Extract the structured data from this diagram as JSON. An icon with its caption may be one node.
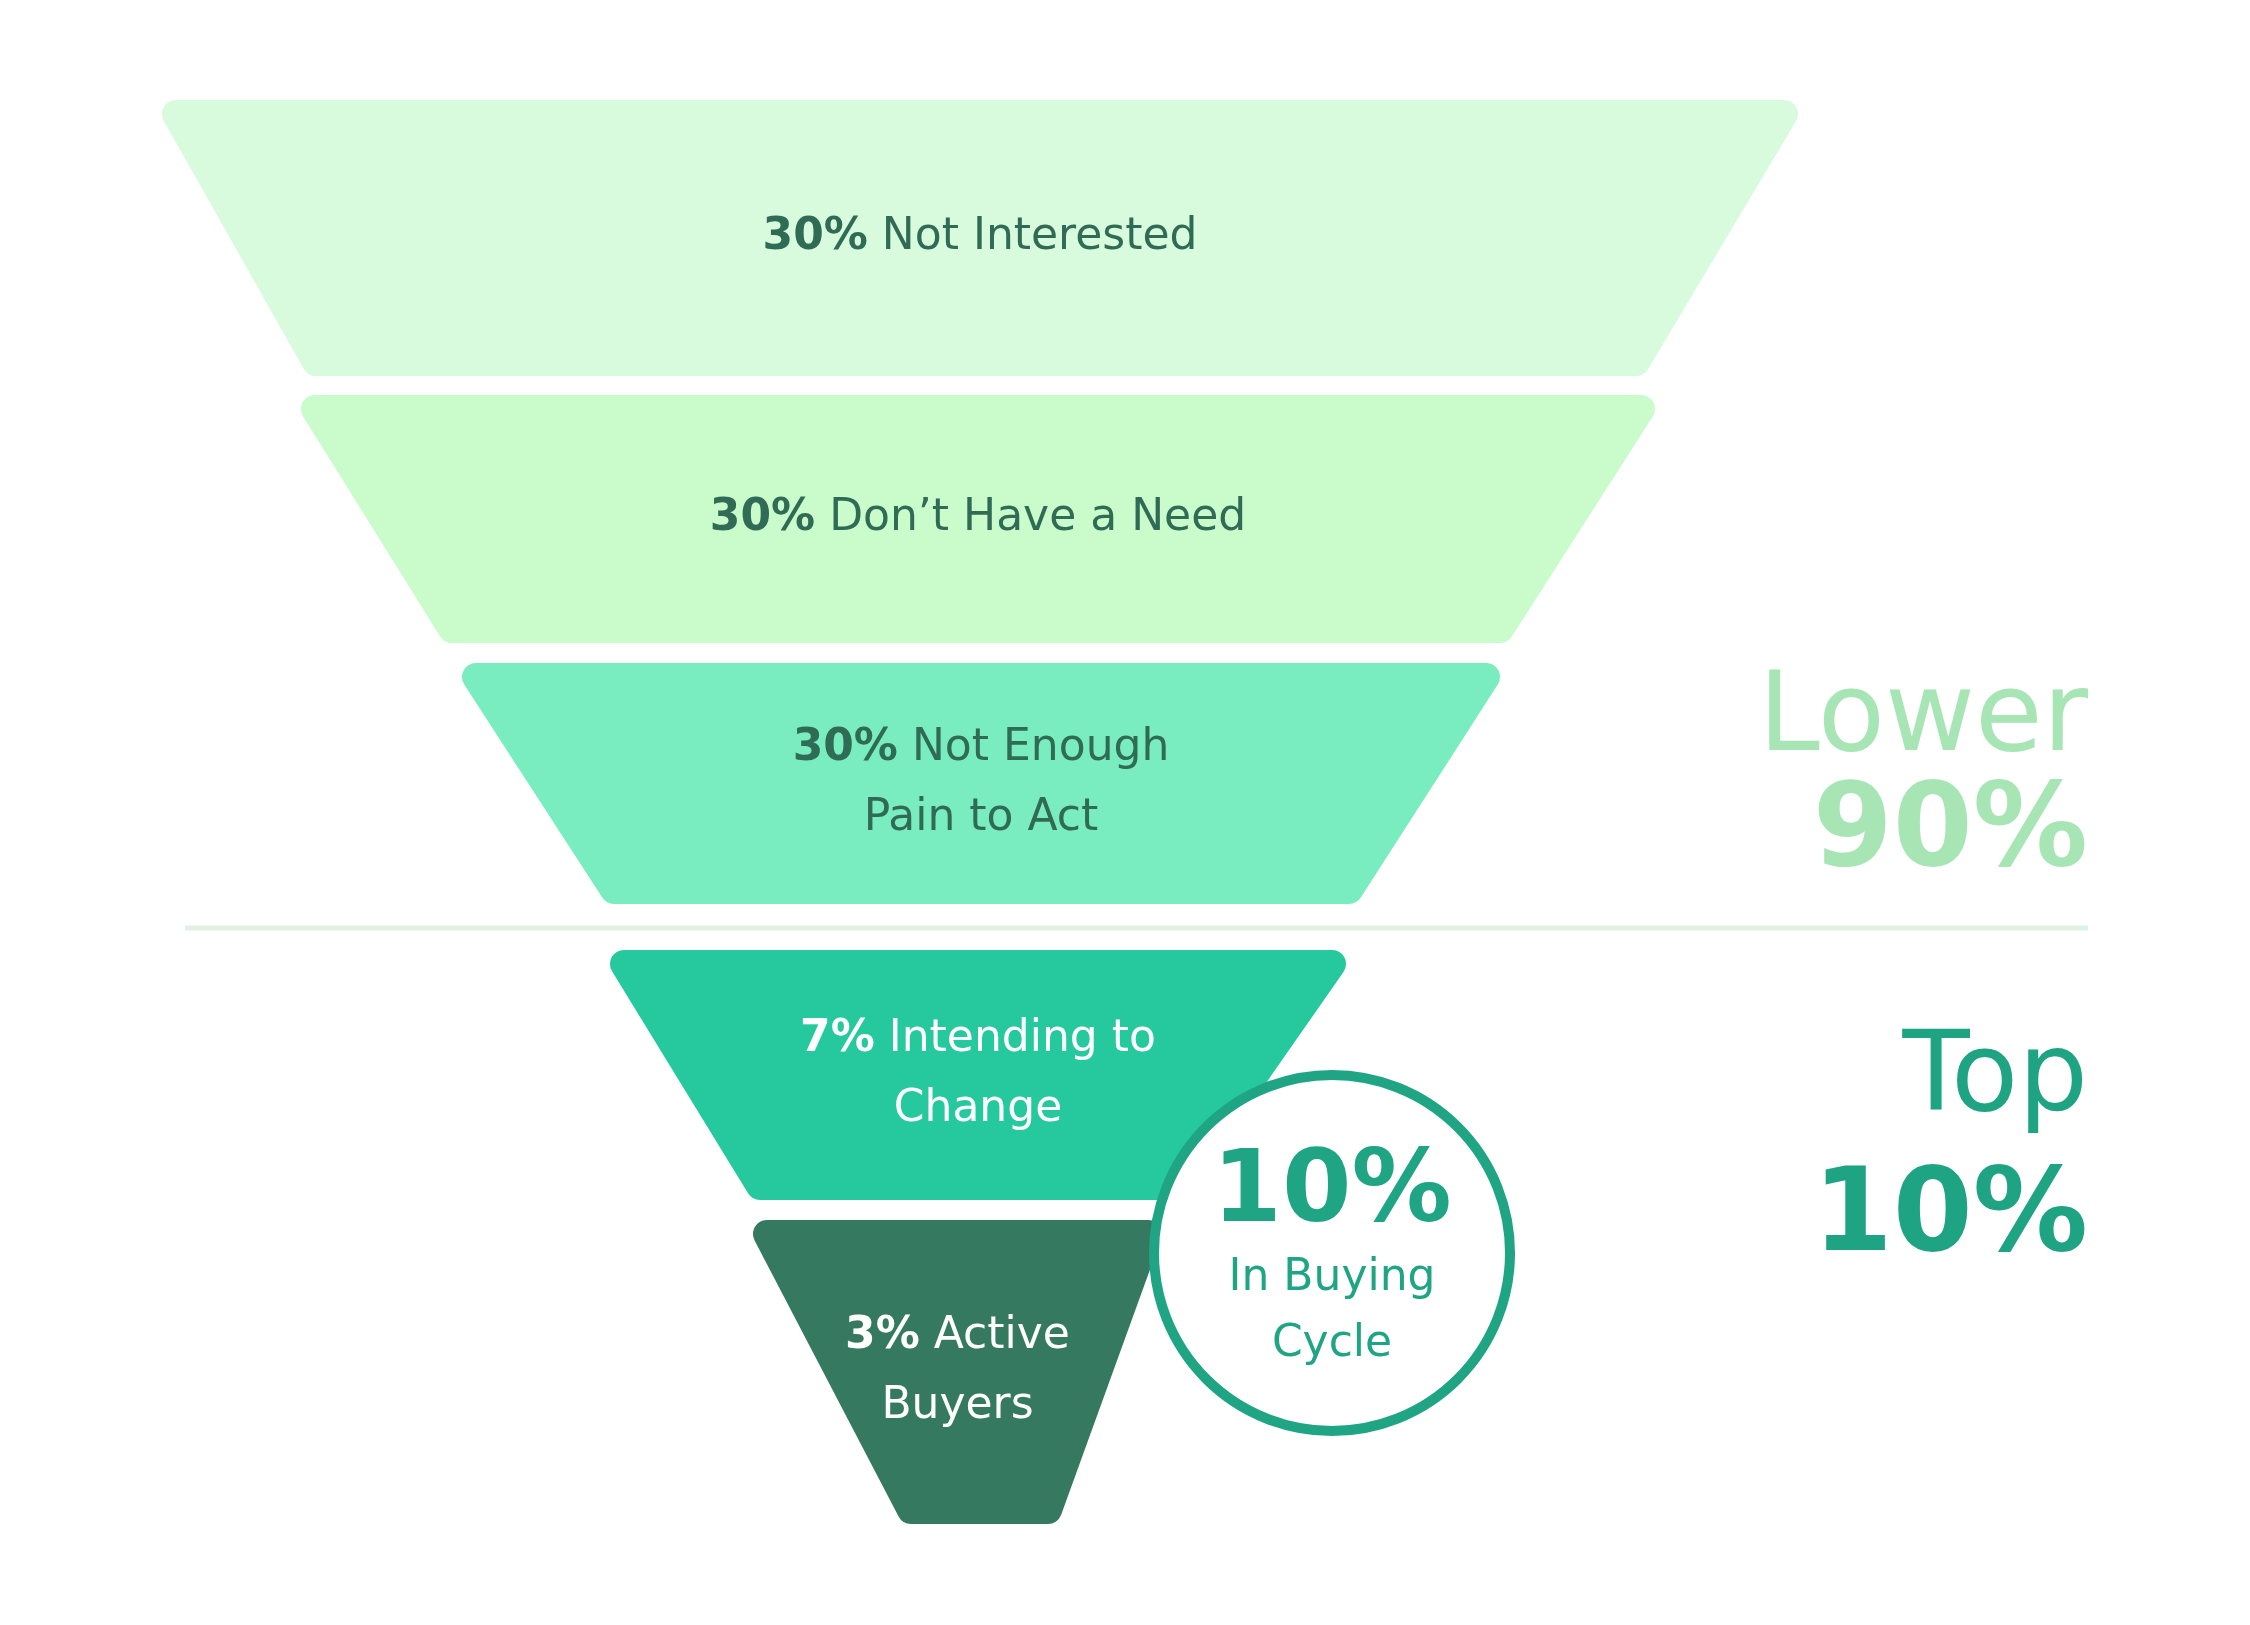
{
  "diagram": {
    "nodes": [
      {
        "text": [
          "**30%** Not Interested"
        ]
      },
      {
        "text": [
          "**30%** Don’t Have a Need"
        ]
      },
      {
        "text": [
          "**30%** Not Enough Pain to Act"
        ]
      },
      {
        "text": [
          "**7%** Intending to Change"
        ]
      },
      {
        "text": [
          "**3%** Active Buyers"
        ]
      },
      {
        "text": [
          "10%",
          "In Buying Cycle"
        ]
      }
    ],
    "edges": [],
    "labels": [
      "Lower",
      "90%",
      "Top",
      "10%"
    ]
  }
}
